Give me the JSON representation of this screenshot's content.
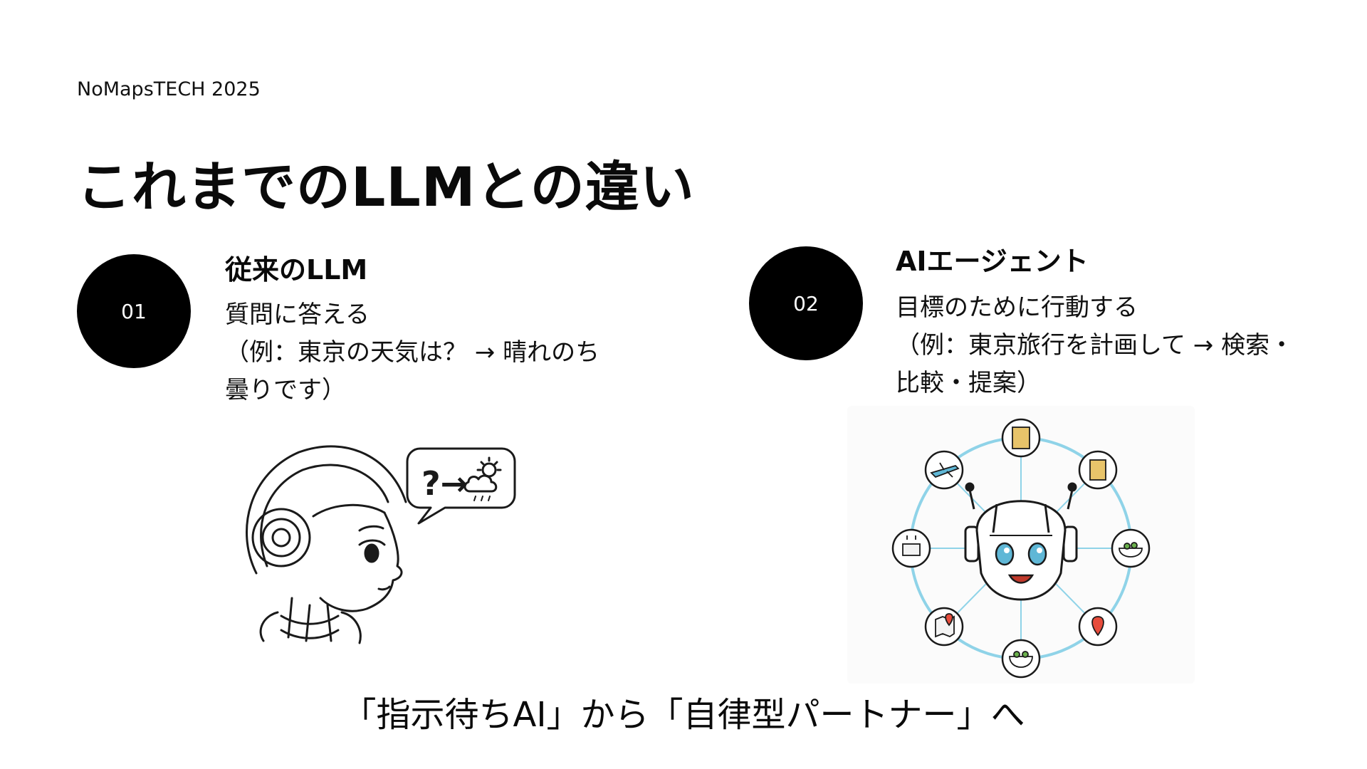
{
  "header": {
    "event": "NoMapsTECH 2025"
  },
  "title": "これまでのLLMとの違い",
  "columns": [
    {
      "number": "01",
      "heading": "従来のLLM",
      "lines": [
        "質問に答える",
        "（例：東京の天気は？ → 晴れのち",
        "曇りです）"
      ]
    },
    {
      "number": "02",
      "heading": "AIエージェント",
      "lines": [
        "目標のために行動する",
        "（例：東京旅行を計画して → 検索・",
        "比較・提案）"
      ]
    }
  ],
  "illustration1": {
    "bubble_text": "?→"
  },
  "icons": {
    "llm_illustration": "robot-head-profile-icon",
    "weather": "cloud-rain-sun-icon",
    "agent_illustration": "robot-face-hub-icon",
    "nodes": [
      "hotel-icon",
      "building-icon",
      "food-bowl-icon",
      "map-pin-icon",
      "ramen-bowl-icon",
      "map-icon",
      "restaurant-icon",
      "airplane-icon"
    ],
    "accent_color": "#8fd3e8"
  },
  "footer": {
    "message": "「指示待ちAI」から「自律型パートナー」へ"
  }
}
